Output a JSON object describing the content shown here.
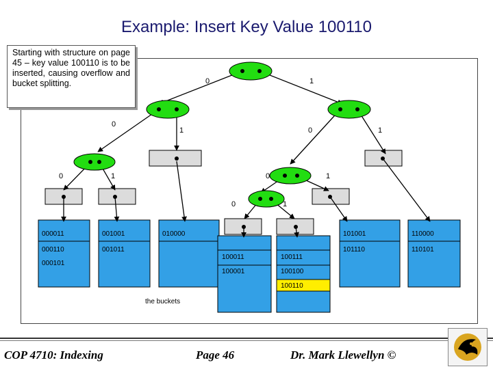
{
  "title": "Example: Insert Key Value 100110",
  "note": "Starting with structure on page 45 – key value 100110 is to be inserted, causing overflow and bucket splitting.",
  "edge_labels": {
    "root_left": "0",
    "root_right": "1",
    "l1_left": "0",
    "l1_right": "1",
    "r1_left": "0",
    "r1_right": "1",
    "l2_left": "0",
    "l2_right": "1",
    "r2_left": "0",
    "r2_right": "1",
    "r3_left": "0",
    "r3_right": "1"
  },
  "buckets": {
    "b1": [
      "000011",
      "000110",
      "000101"
    ],
    "b2": [
      "001001",
      "001011"
    ],
    "b3": [
      "010000"
    ],
    "b4": [
      "100011",
      "100001"
    ],
    "b5": [
      "100111",
      "100100",
      "100110"
    ],
    "b6": [
      "101001",
      "101110"
    ],
    "b7": [
      "110000",
      "110101"
    ]
  },
  "buckets_label": "the buckets",
  "footer": {
    "course": "COP 4710: Indexing",
    "page": "Page 46",
    "author": "Dr. Mark Llewellyn ©"
  },
  "colors": {
    "node": "#22dd11",
    "bucket": "#33a0e6",
    "highlight": "#ffee00",
    "pointer_box": "#dcdcdc"
  }
}
